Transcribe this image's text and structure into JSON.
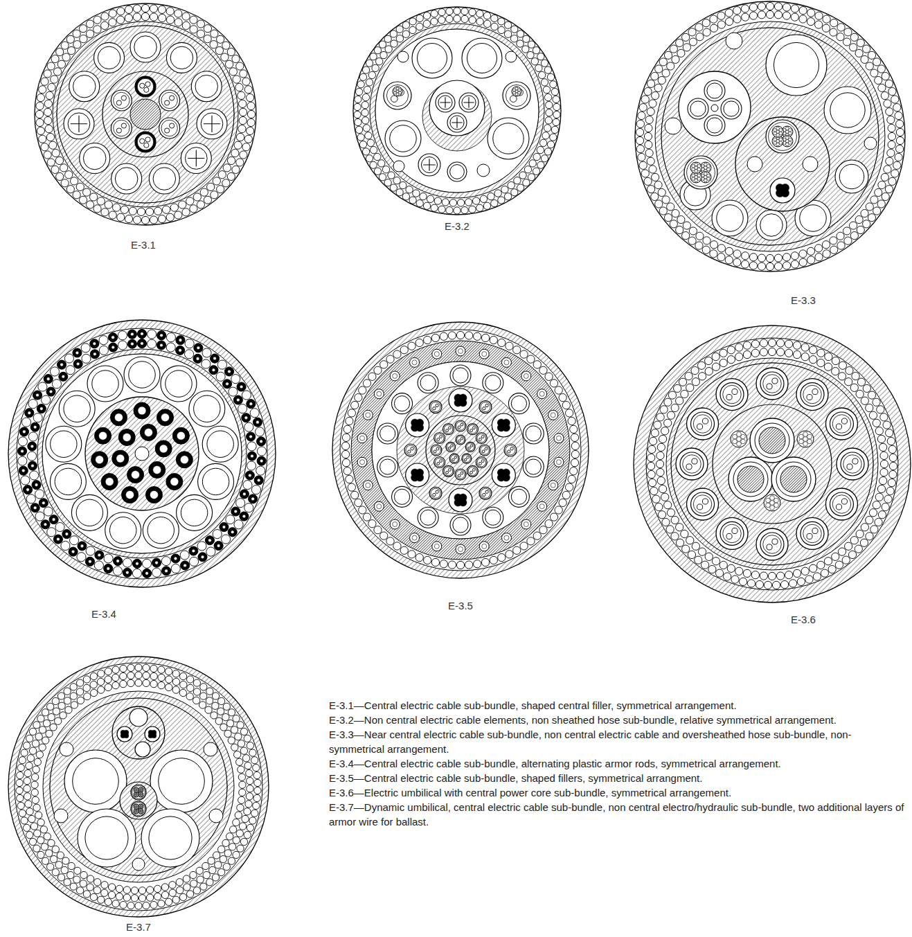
{
  "diagram": {
    "labels": [
      "E-3.1",
      "E-3.2",
      "E-3.3",
      "E-3.4",
      "E-3.5",
      "E-3.6",
      "E-3.7",
      "E-3.1—Central electric cable sub-bundle, shaped central filler, symmetrical arrangement.",
      "E-3.2—Non central electric cable elements, non sheathed hose sub-bundle, relative symmetrical arrangement.",
      "E-3.3—Near central electric cable sub-bundle, non central electric cable and oversheathed hose sub-bundle, non-symmetrical arrangement.",
      "E-3.4—Central electric cable sub-bundle, alternating plastic armor rods, symmetrical arrangement.",
      "E-3.5—Central electric cable sub-bundle, shaped fillers, symmetrical arrangment.",
      "E-3.6—Electric umbilical with central power core sub-bundle, symmetrical arrangement.",
      "E-3.7—Dynamic umbilical, central electric cable sub-bundle, non central electro/hydraulic sub-bundle, two additional layers of armor wire for ballast."
    ]
  }
}
